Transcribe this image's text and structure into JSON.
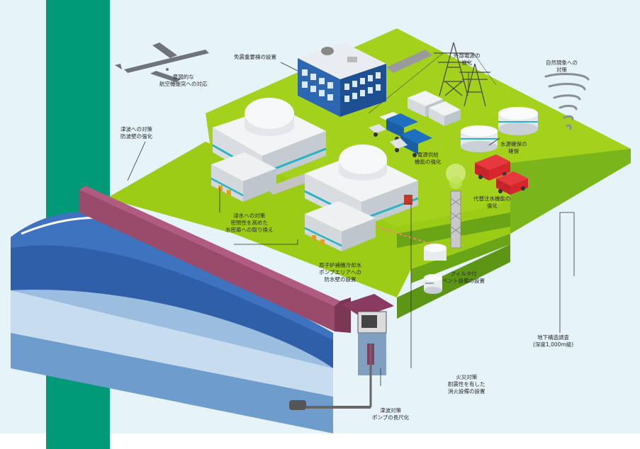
{
  "colors": {
    "sky": "#e4f2f8",
    "teal_band": "#009a78",
    "grass_top": "#9ccc16",
    "grass_side": "#6aa417",
    "seawall": "#9a4a6a",
    "sea_deep": "#2f5fa8",
    "sea_light": "#8fb6e0",
    "building_wall": "#eef0f2",
    "stripe": "#2ab3c0",
    "fire_truck": "#d8262e",
    "power_truck": "#1e6fc0"
  },
  "icons": {
    "airplane": "airplane-icon",
    "tornado": "tornado-icon",
    "pylon": "transmission-tower-icon"
  },
  "labels": {
    "aircraft": {
      "line1": "意図的な",
      "line2": "航空機衝突への対応"
    },
    "emergency_office": {
      "line1": "免震重要棟の設置"
    },
    "external_power": {
      "line1": "外部電源の",
      "line2": "強化"
    },
    "natural_phenomena": {
      "line1": "自然現象への",
      "line2": "対策"
    },
    "tsunami_wall": {
      "line1": "津波への対策",
      "line2": "防波壁の強化"
    },
    "power_vehicles": {
      "line1": "電源供給",
      "line2": "機能の強化"
    },
    "water_source": {
      "line1": "水源確保の",
      "line2": "確保"
    },
    "water_injection": {
      "line1": "代替注水機能の",
      "line2": "強化"
    },
    "watertight": {
      "line1": "浸水への対策",
      "line2": "密閉性を高めた",
      "line3": "水密扉への取り換え"
    },
    "pump_area_wall": {
      "line1": "原子炉補機冷却水",
      "line2": "ポンプエリアへの",
      "line3": "防水壁の設置"
    },
    "filter_vent": {
      "line1": "フィルタ付",
      "line2": "ベント設備の設置"
    },
    "underground": {
      "line1": "地下構造調査",
      "line2": "(深度1,000m級)"
    },
    "fire": {
      "line1": "火災対策",
      "line2": "耐震性を有した",
      "line3": "消火設備の設置"
    },
    "pump_protection": {
      "line1": "津波対策",
      "line2": "ポンプの長尺化"
    }
  }
}
